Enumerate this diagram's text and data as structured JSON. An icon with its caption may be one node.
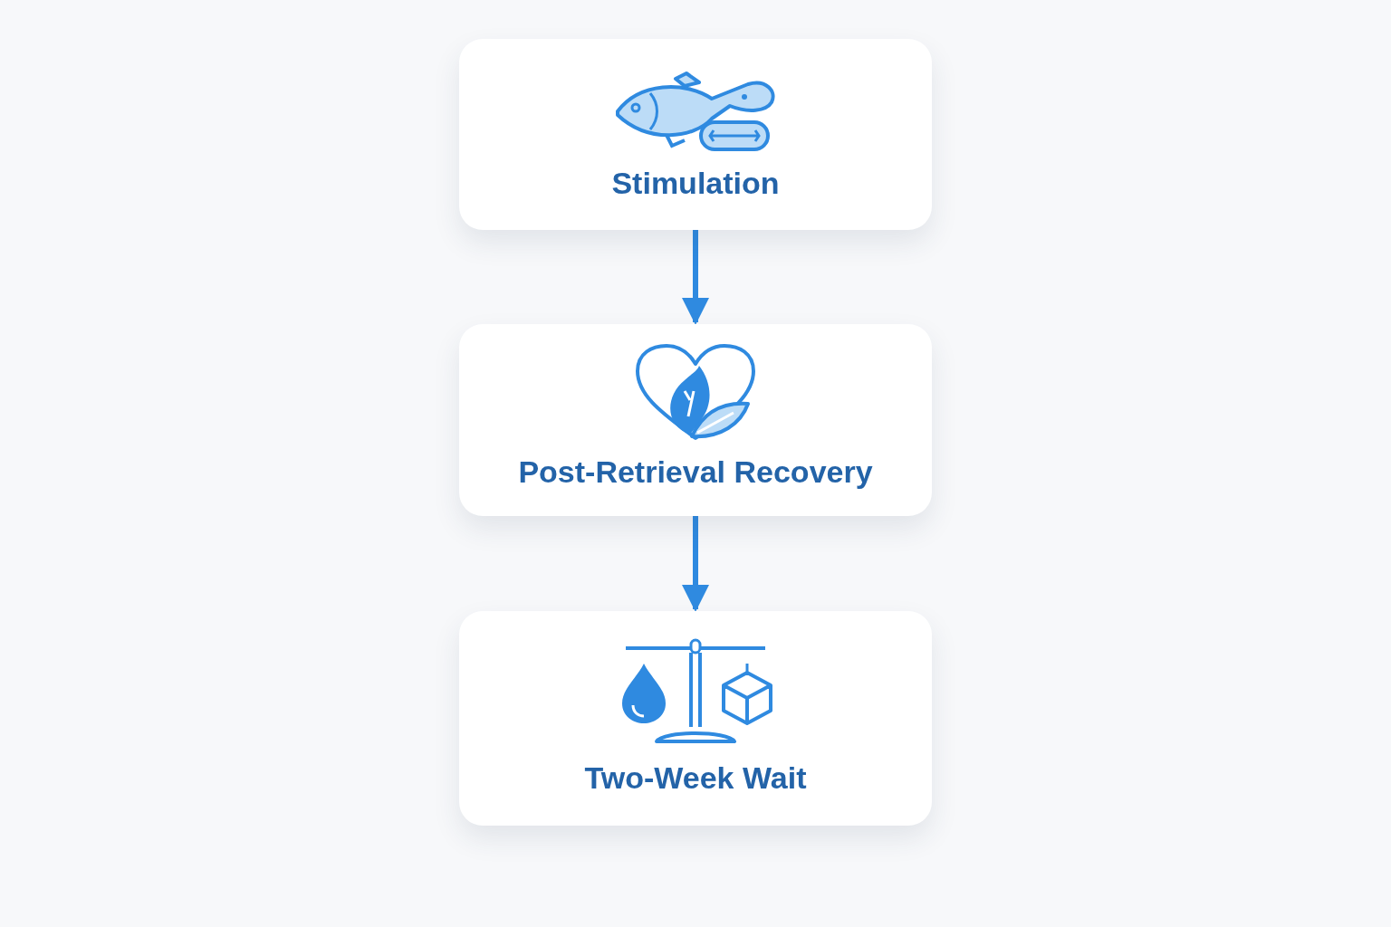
{
  "diagram": {
    "nodes": [
      {
        "text": [
          "Stimulation"
        ]
      },
      {
        "text": [
          "Post-Retrieval Recovery"
        ]
      },
      {
        "text": [
          "Two-Week Wait"
        ]
      }
    ],
    "edges": [
      {
        "from": 0,
        "to": 1,
        "arrow": "to"
      },
      {
        "from": 1,
        "to": 2,
        "arrow": "to"
      }
    ]
  }
}
